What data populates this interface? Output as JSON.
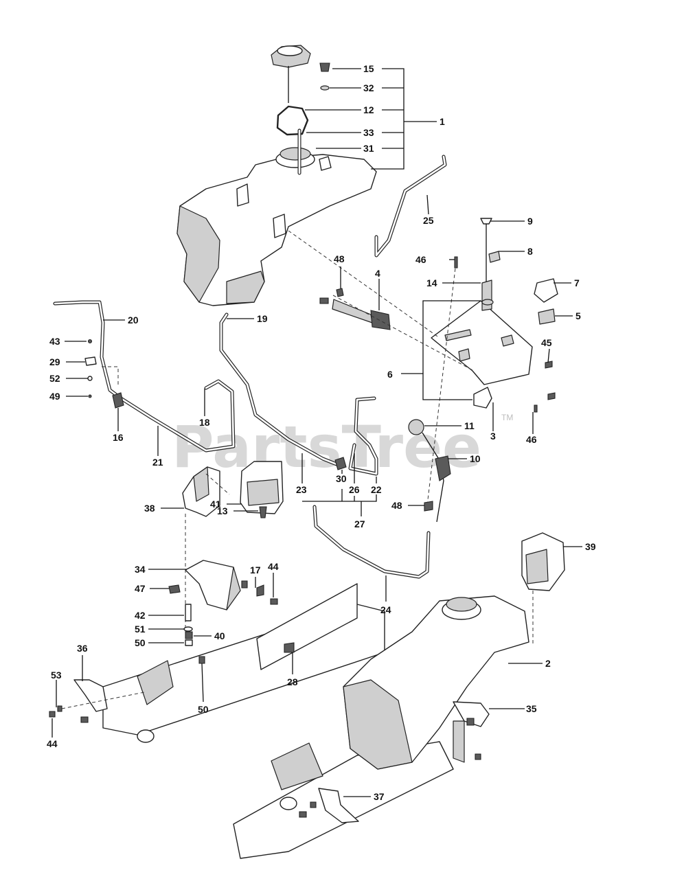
{
  "watermark": {
    "text": "PartsTree",
    "tm": "TM"
  },
  "callouts": [
    {
      "id": "c15",
      "label": "15"
    },
    {
      "id": "c32",
      "label": "32"
    },
    {
      "id": "c12",
      "label": "12"
    },
    {
      "id": "c33",
      "label": "33"
    },
    {
      "id": "c31",
      "label": "31"
    },
    {
      "id": "c1",
      "label": "1"
    },
    {
      "id": "c25",
      "label": "25"
    },
    {
      "id": "c9",
      "label": "9"
    },
    {
      "id": "c8",
      "label": "8"
    },
    {
      "id": "c48a",
      "label": "48"
    },
    {
      "id": "c46a",
      "label": "46"
    },
    {
      "id": "c4",
      "label": "4"
    },
    {
      "id": "c14",
      "label": "14"
    },
    {
      "id": "c7",
      "label": "7"
    },
    {
      "id": "c5",
      "label": "5"
    },
    {
      "id": "c20",
      "label": "20"
    },
    {
      "id": "c19",
      "label": "19"
    },
    {
      "id": "c43",
      "label": "43"
    },
    {
      "id": "c45",
      "label": "45"
    },
    {
      "id": "c29",
      "label": "29"
    },
    {
      "id": "c6",
      "label": "6"
    },
    {
      "id": "c52",
      "label": "52"
    },
    {
      "id": "c49",
      "label": "49"
    },
    {
      "id": "c18",
      "label": "18"
    },
    {
      "id": "c11",
      "label": "11"
    },
    {
      "id": "c3",
      "label": "3"
    },
    {
      "id": "c46b",
      "label": "46"
    },
    {
      "id": "c16",
      "label": "16"
    },
    {
      "id": "c10",
      "label": "10"
    },
    {
      "id": "c21",
      "label": "21"
    },
    {
      "id": "c30",
      "label": "30"
    },
    {
      "id": "c23",
      "label": "23"
    },
    {
      "id": "c26",
      "label": "26"
    },
    {
      "id": "c22",
      "label": "22"
    },
    {
      "id": "c38",
      "label": "38"
    },
    {
      "id": "c41",
      "label": "41"
    },
    {
      "id": "c48b",
      "label": "48"
    },
    {
      "id": "c27",
      "label": "27"
    },
    {
      "id": "c13",
      "label": "13"
    },
    {
      "id": "c39",
      "label": "39"
    },
    {
      "id": "c34",
      "label": "34"
    },
    {
      "id": "c17",
      "label": "17"
    },
    {
      "id": "c44a",
      "label": "44"
    },
    {
      "id": "c47",
      "label": "47"
    },
    {
      "id": "c24",
      "label": "24"
    },
    {
      "id": "c42",
      "label": "42"
    },
    {
      "id": "c51",
      "label": "51"
    },
    {
      "id": "c40",
      "label": "40"
    },
    {
      "id": "c50a",
      "label": "50"
    },
    {
      "id": "c2",
      "label": "2"
    },
    {
      "id": "c36",
      "label": "36"
    },
    {
      "id": "c28",
      "label": "28"
    },
    {
      "id": "c53",
      "label": "53"
    },
    {
      "id": "c50b",
      "label": "50"
    },
    {
      "id": "c35",
      "label": "35"
    },
    {
      "id": "c44b",
      "label": "44"
    },
    {
      "id": "c37",
      "label": "37"
    }
  ]
}
